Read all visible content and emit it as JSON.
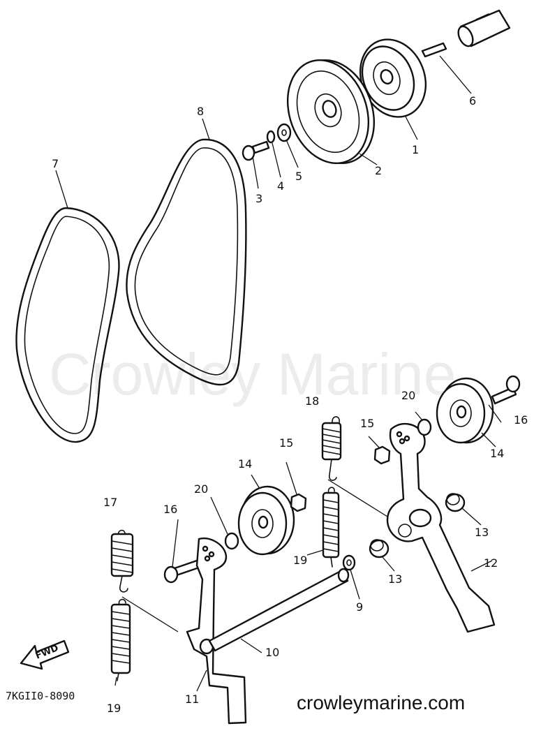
{
  "watermark": "Crowley Marine",
  "diagram_code": "7KGII0-8090",
  "footer_site": "crowleymarine.com",
  "fwd_arrow_text": "FWD",
  "callouts": {
    "n1": "1",
    "n2": "2",
    "n3": "3",
    "n4": "4",
    "n5": "5",
    "n6": "6",
    "n7": "7",
    "n8": "8",
    "n9": "9",
    "n10": "10",
    "n11": "11",
    "n12": "12",
    "n13a": "13",
    "n13b": "13",
    "n14a": "14",
    "n14b": "14",
    "n15a": "15",
    "n15b": "15",
    "n16a": "16",
    "n16b": "16",
    "n17": "17",
    "n18": "18",
    "n19a": "19",
    "n19b": "19",
    "n20a": "20",
    "n20b": "20"
  }
}
